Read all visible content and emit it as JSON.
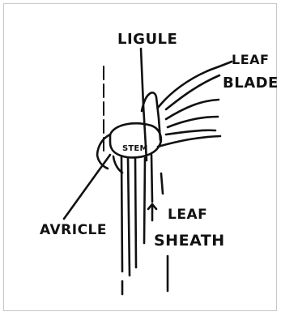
{
  "labels": {
    "ligule": "LIGULE",
    "leaf_blade_line1": "LEAF",
    "leaf_blade_line2": "BLADE",
    "stem": "STEM",
    "auricle": "AVRICLE",
    "leaf_sheath_line1": "LEAF",
    "leaf_sheath_line2": "SHEATH"
  }
}
